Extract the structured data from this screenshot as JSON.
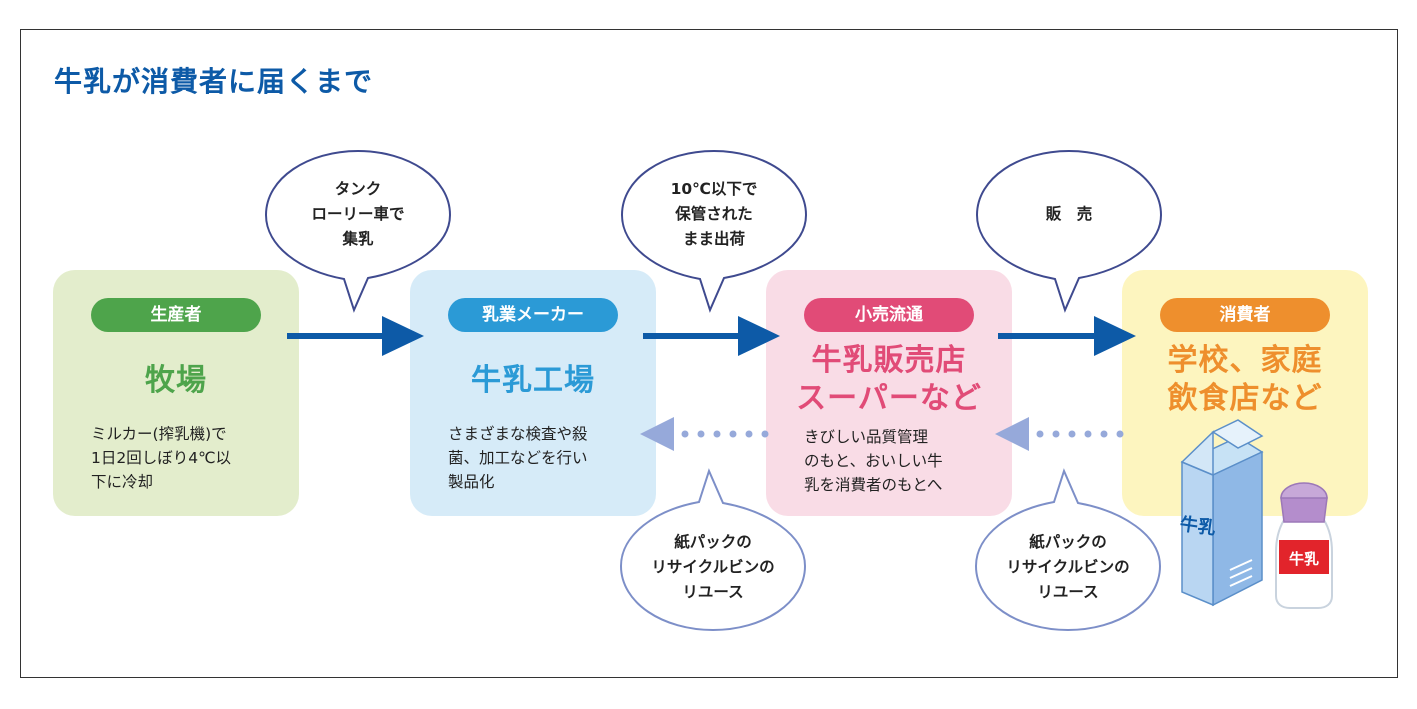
{
  "title": "牛乳が消費者に届くまで",
  "cards": [
    {
      "badge": "生産者",
      "place": [
        "牧場"
      ],
      "desc": [
        "ミルカー(搾乳機)で",
        "1日2回しぼり4℃以",
        "下に冷却"
      ]
    },
    {
      "badge": "乳業メーカー",
      "place": [
        "牛乳工場"
      ],
      "desc": [
        "さまざまな検査や殺",
        "菌、加工などを行い",
        "製品化"
      ]
    },
    {
      "badge": "小売流通",
      "place": [
        "牛乳販売店",
        "スーパーなど"
      ],
      "desc": [
        "きびしい品質管理",
        "のもと、おいしい牛",
        "乳を消費者のもとへ"
      ]
    },
    {
      "badge": "消費者",
      "place": [
        "学校、家庭",
        "飲食店など"
      ],
      "desc": []
    }
  ],
  "bubbles_top": [
    {
      "lines": [
        "タンク",
        "ローリー車で",
        "集乳"
      ]
    },
    {
      "lines": [
        "10℃以下で",
        "保管された",
        "まま出荷"
      ]
    },
    {
      "lines": [
        "販　売"
      ]
    }
  ],
  "bubbles_bottom": [
    {
      "lines": [
        "紙パックの",
        "リサイクルビンの",
        "リユース"
      ]
    },
    {
      "lines": [
        "紙パックの",
        "リサイクルビンの",
        "リユース"
      ]
    }
  ],
  "carton_label": "牛乳",
  "bottle_label": "牛乳",
  "colors": {
    "title": "#0d5aa7",
    "arrow": "#0d5aa7",
    "dotted_arrow": "#96a9da",
    "bubble_stroke": "#3f4a8f",
    "card1_bg": "#e3edcc",
    "card1_accent": "#4ea44b",
    "card2_bg": "#d6ebf8",
    "card2_accent": "#2b9ad6",
    "card3_bg": "#f9dce6",
    "card3_accent": "#e14b77",
    "card4_bg": "#fdf5bf",
    "card4_accent": "#ee8f2d"
  }
}
